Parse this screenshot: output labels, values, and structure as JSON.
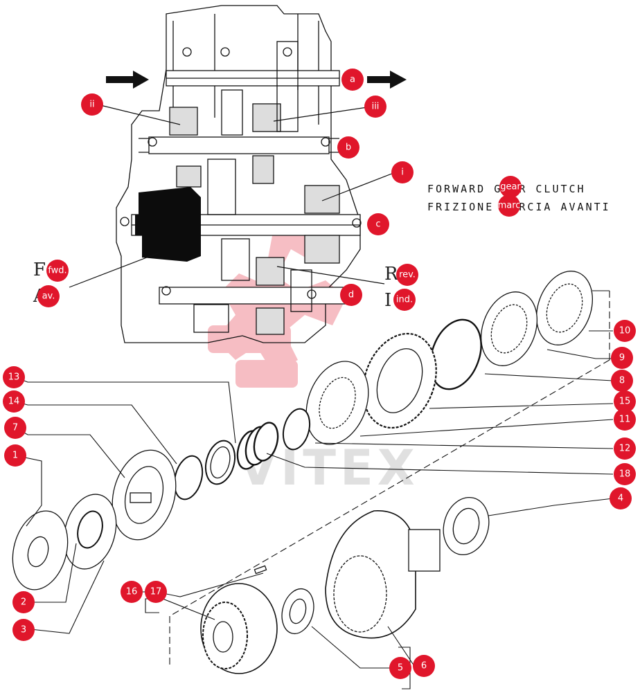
{
  "watermark": {
    "brand": "VITEX",
    "color": "#e0162b"
  },
  "arrows": {
    "input": "input-arrow",
    "output": "output-arrow"
  },
  "captions": {
    "forward_en": "FORWARD GEAR CLUTCH",
    "forward_it": "FRIZIONE MARCIA AVANTI"
  },
  "section_badges": {
    "a": "a",
    "b": "b",
    "c": "c",
    "d": "d",
    "i": "i",
    "ii": "ii",
    "iii": "iii",
    "fwd": "fwd.",
    "av": "av.",
    "rev": "rev.",
    "ind": "ind.",
    "gear": "gear",
    "marc": "marc"
  },
  "side_letters": {
    "f": "F",
    "a": "A",
    "r": "R",
    "i": "I"
  },
  "part_badges": [
    "1",
    "2",
    "3",
    "4",
    "5",
    "6",
    "7",
    "8",
    "9",
    "10",
    "11",
    "12",
    "13",
    "14",
    "15",
    "16",
    "17",
    "18"
  ],
  "colors": {
    "badge": "#e0162b",
    "line": "#111111"
  }
}
